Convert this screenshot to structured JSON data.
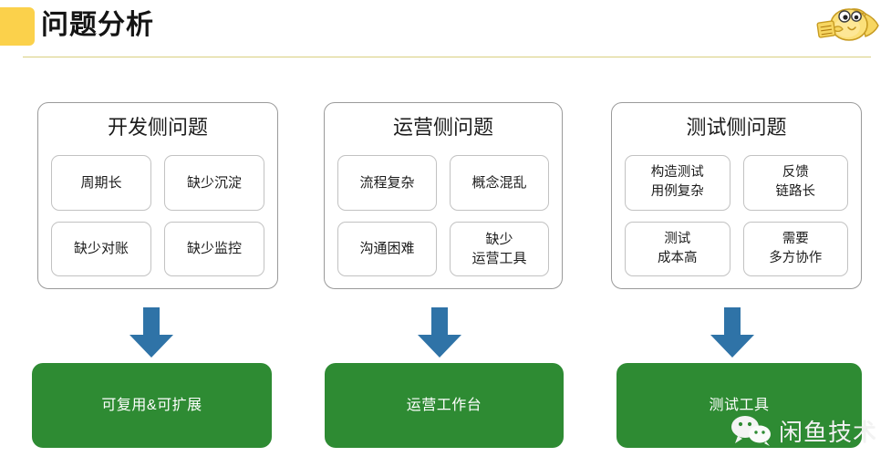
{
  "header": {
    "title": "问题分析",
    "accent_color": "#fbd14b",
    "divider_color": "#d9cf80",
    "brand_logo_icon": "xianyu-fish-logo"
  },
  "panels": [
    {
      "title": "开发侧问题",
      "chips": [
        "周期长",
        "缺少沉淀",
        "缺少对账",
        "缺少监控"
      ]
    },
    {
      "title": "运营侧问题",
      "chips": [
        "流程复杂",
        "概念混乱",
        "沟通困难",
        "缺少\n运营工具"
      ]
    },
    {
      "title": "测试侧问题",
      "chips": [
        "构造测试\n用例复杂",
        "反馈\n链路长",
        "测试\n成本高",
        "需要\n多方协作"
      ]
    }
  ],
  "arrows": [
    {
      "icon": "arrow-down-icon",
      "color": "#2f73a7"
    },
    {
      "icon": "arrow-down-icon",
      "color": "#2f73a7"
    },
    {
      "icon": "arrow-down-icon",
      "color": "#2f73a7"
    }
  ],
  "results": [
    {
      "label": "可复用&可扩展",
      "color": "#2e8b33"
    },
    {
      "label": "运营工作台",
      "color": "#2e8b33"
    },
    {
      "label": "测试工具",
      "color": "#2e8b33"
    }
  ],
  "watermark": {
    "icon": "wechat-icon",
    "label": "闲鱼技术"
  }
}
